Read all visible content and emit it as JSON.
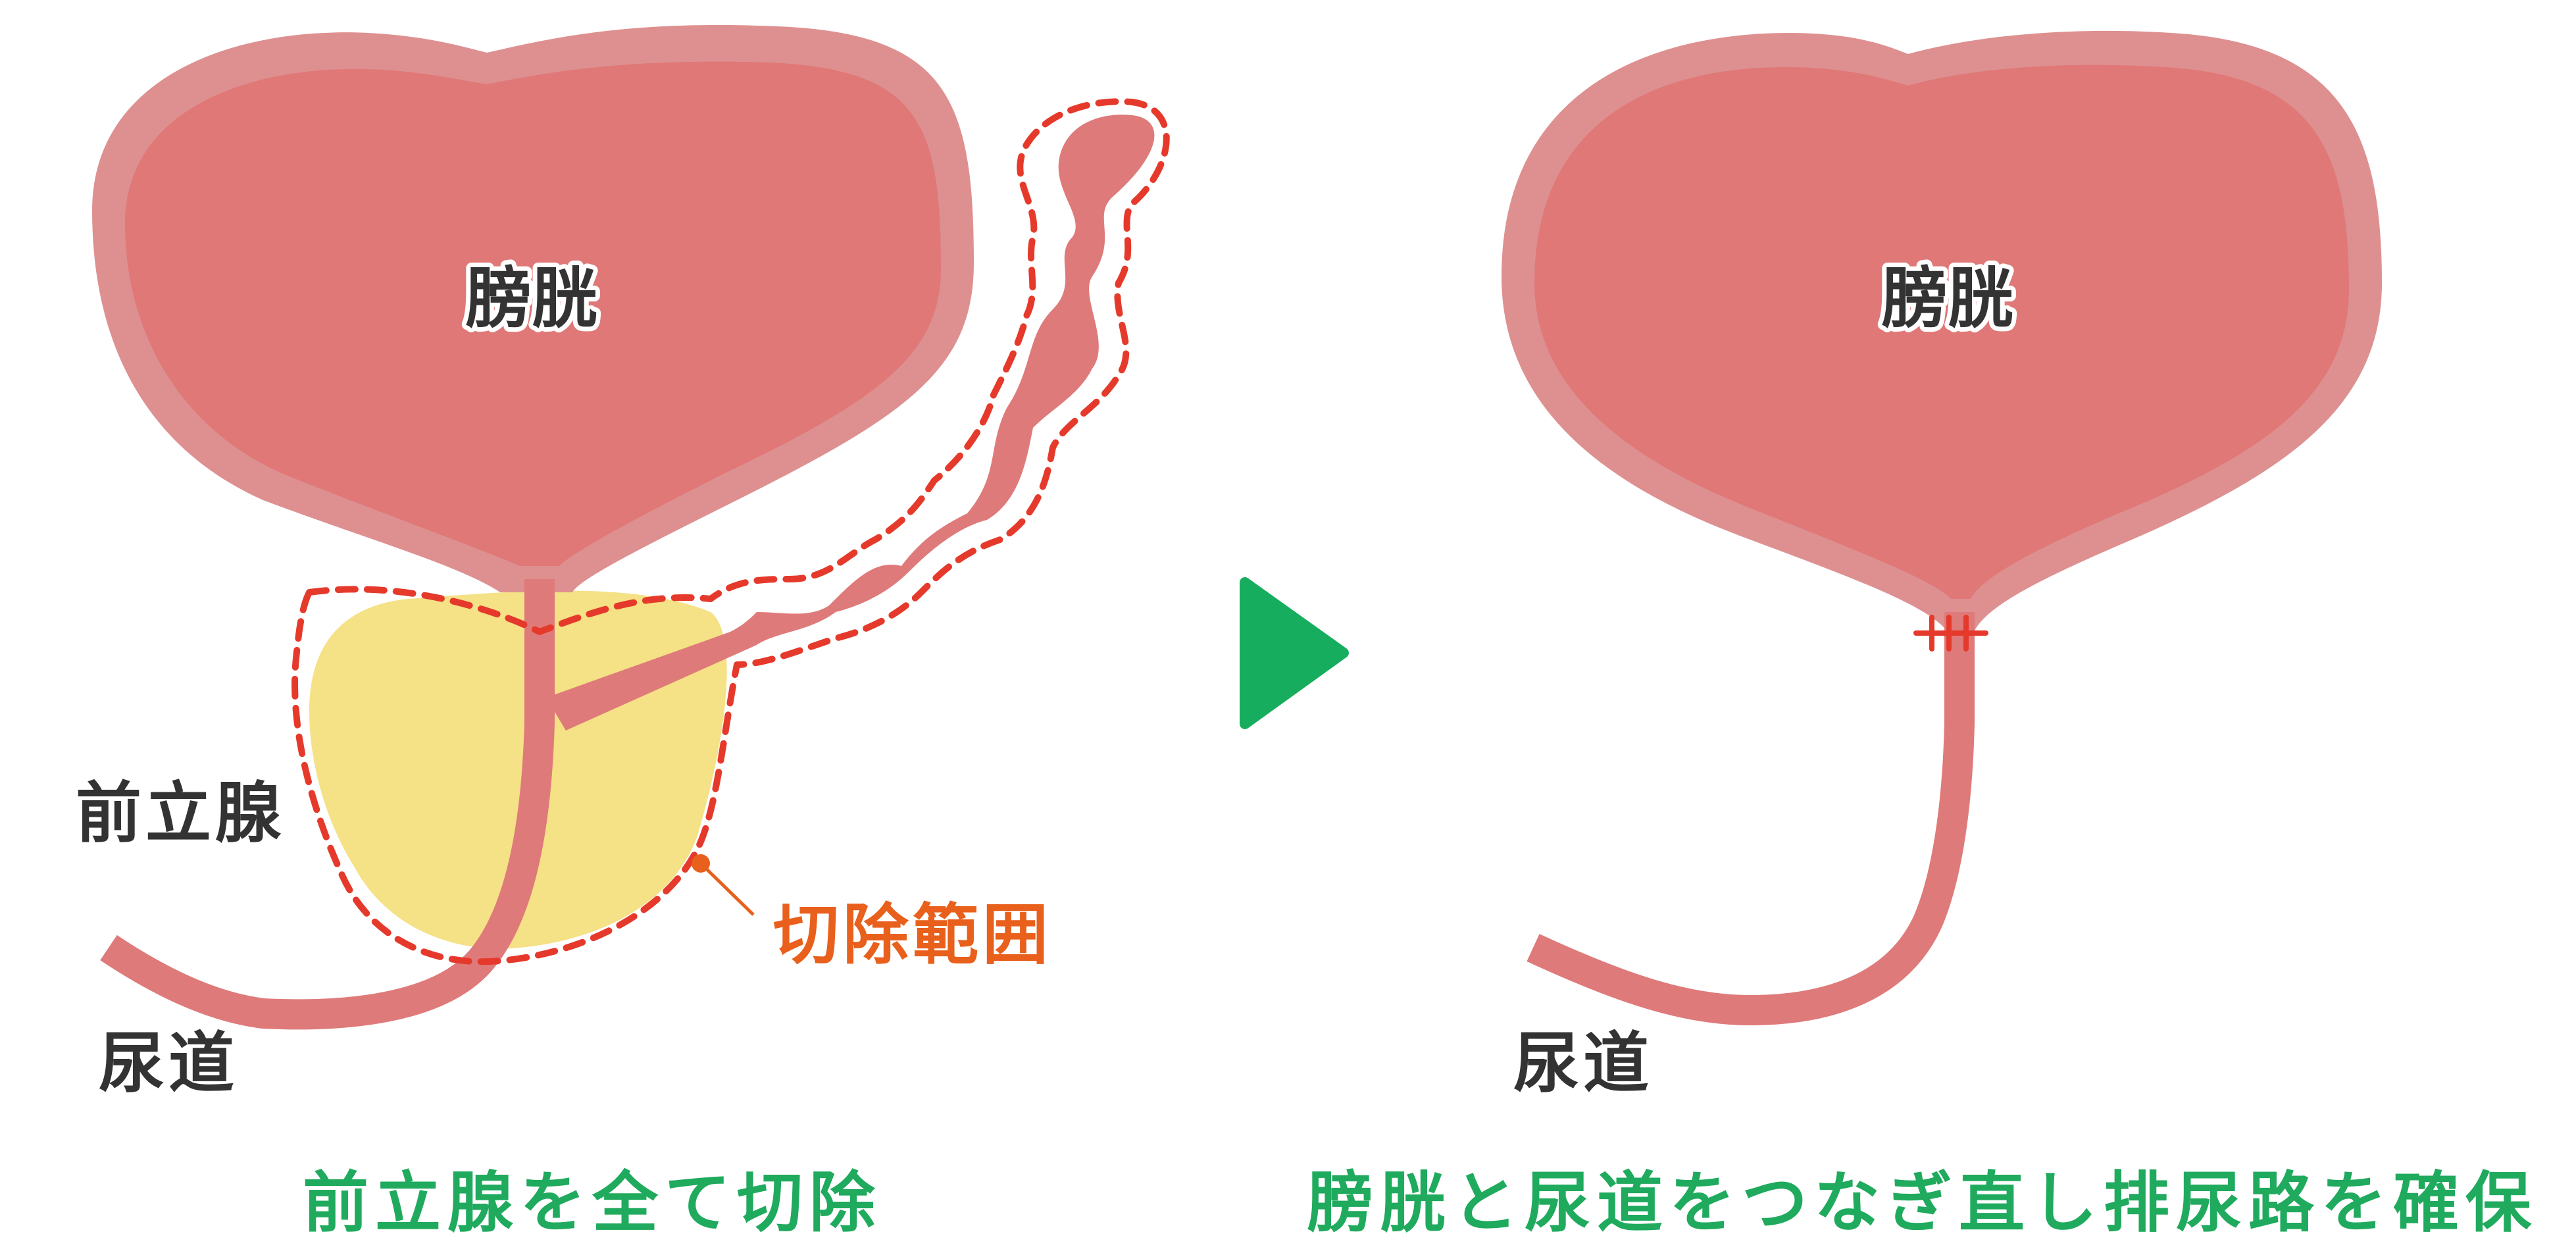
{
  "colors": {
    "bladder_outer": "#de9090",
    "bladder_inner": "#e07878",
    "prostate": "#f5e186",
    "urethra": "#df7a7a",
    "excision_dash": "#e53a2b",
    "suture": "#e53a2b",
    "orange_label": "#e8601c",
    "caption_green": "#1faa5e",
    "arrow_green": "#17ad5e",
    "label_text": "#333333"
  },
  "left_panel": {
    "bladder_label": "膀胱",
    "prostate_label": "前立腺",
    "urethra_label": "尿道",
    "excision_label": "切除範囲",
    "caption": "前立腺を全て切除"
  },
  "right_panel": {
    "bladder_label": "膀胱",
    "urethra_label": "尿道",
    "caption": "膀胱と尿道をつなぎ直し排尿路を確保"
  },
  "arrow_icon": "play-triangle-icon"
}
